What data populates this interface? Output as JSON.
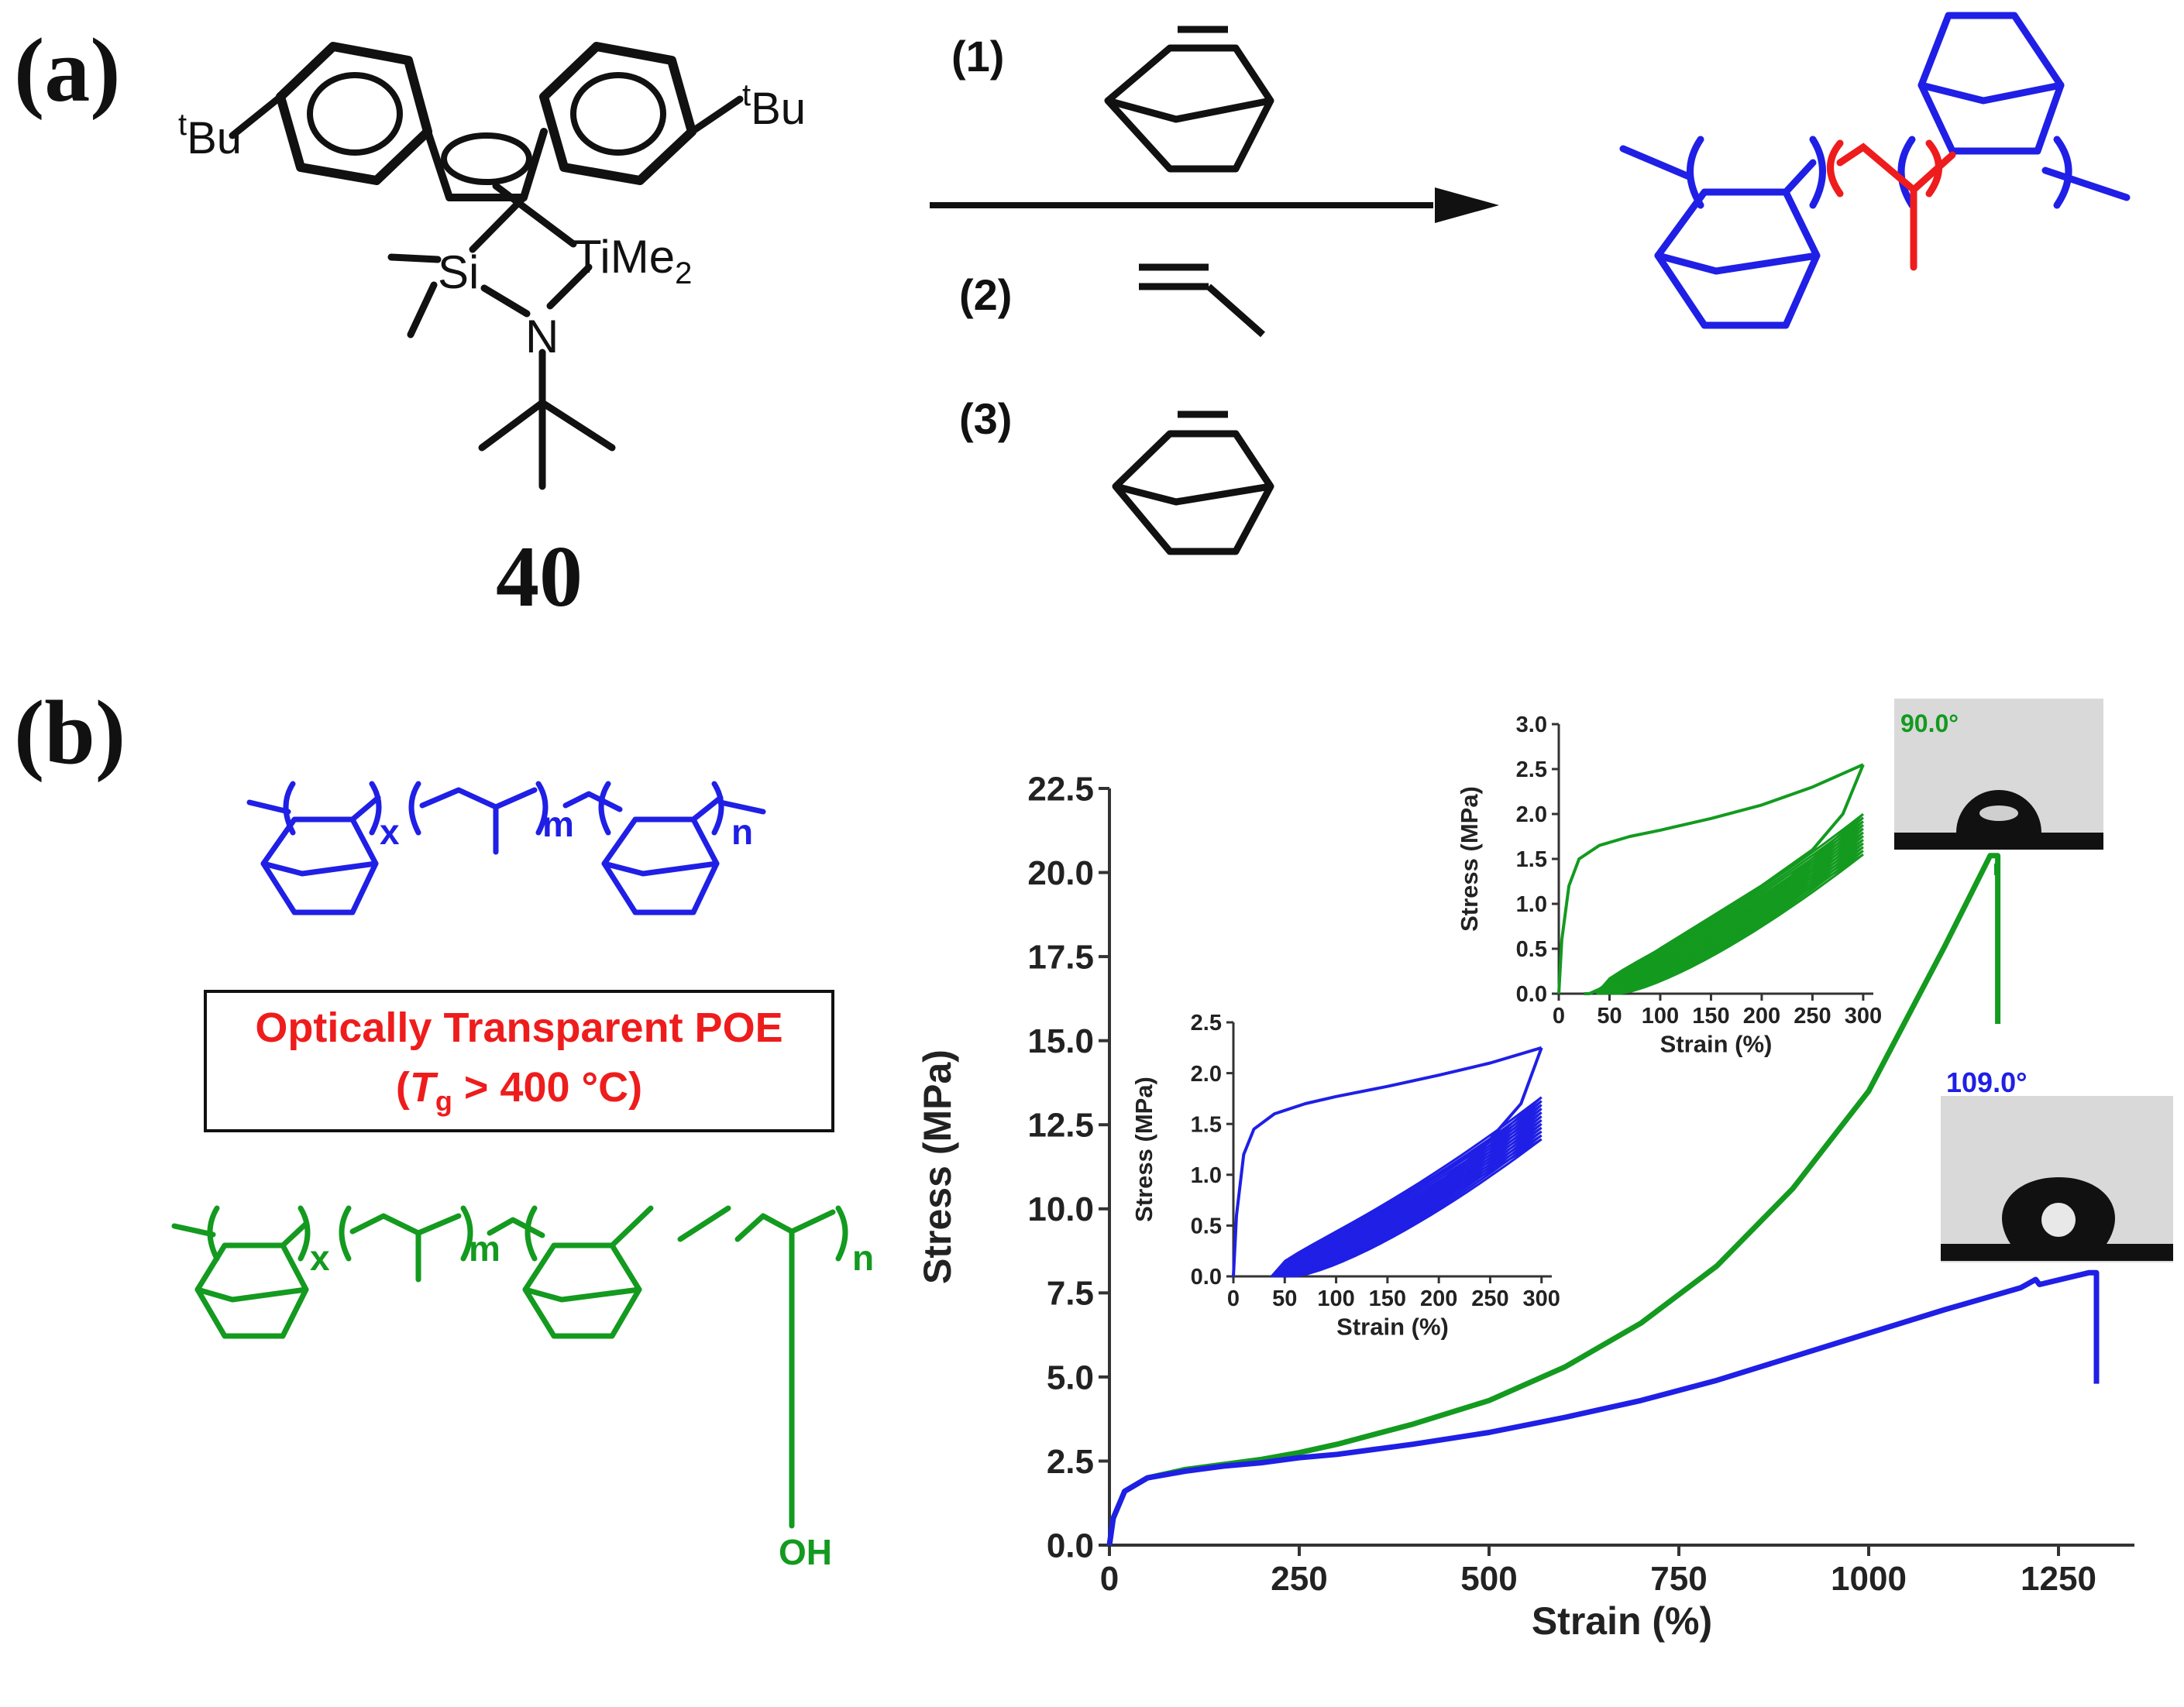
{
  "panel_a": {
    "label": "(a)",
    "catalyst": {
      "number": "40",
      "metal": "TiMe",
      "metal_sub": "2",
      "si": "Si",
      "n": "N",
      "tbu_prefix": "t",
      "tbu": "Bu"
    },
    "steps": [
      "(1)",
      "(2)",
      "(3)"
    ]
  },
  "panel_b": {
    "label": "(b)",
    "box_line1": "Optically Transparent POE",
    "box_line2_open": "(",
    "box_tg_t": "T",
    "box_tg_sub": "g",
    "box_line2_rest": " > 400 °C)",
    "sub_x": "x",
    "sub_m": "m",
    "sub_n": "n",
    "oh": "OH",
    "angle_green": "90.0°",
    "angle_blue": "109.0°"
  },
  "colors": {
    "blue": "#1f1fe6",
    "green": "#139a1f",
    "red": "#ee1c1c",
    "black": "#111111"
  },
  "chart_data": [
    {
      "type": "line",
      "xlabel": "Strain (%)",
      "ylabel": "Stress (MPa)",
      "xlim": [
        0,
        1350
      ],
      "ylim": [
        0,
        22.5
      ],
      "xticks": [
        0,
        250,
        500,
        750,
        1000,
        1250
      ],
      "yticks": [
        0.0,
        2.5,
        5.0,
        7.5,
        10.0,
        12.5,
        15.0,
        17.5,
        20.0,
        22.5
      ],
      "grid": false,
      "series": [
        {
          "color": "#139a1f",
          "x": [
            0,
            5,
            20,
            50,
            100,
            150,
            200,
            250,
            300,
            400,
            500,
            600,
            700,
            800,
            900,
            1000,
            1100,
            1160,
            1170,
            1170
          ],
          "y": [
            0,
            0.8,
            1.6,
            2.0,
            2.25,
            2.4,
            2.55,
            2.75,
            3.0,
            3.6,
            4.3,
            5.3,
            6.6,
            8.3,
            10.6,
            13.5,
            17.8,
            20.5,
            20.5,
            15.5
          ]
        },
        {
          "color": "#1f1fe6",
          "x": [
            0,
            5,
            20,
            50,
            100,
            150,
            200,
            250,
            300,
            400,
            500,
            600,
            700,
            800,
            900,
            1000,
            1100,
            1200,
            1220,
            1225,
            1290,
            1300,
            1300
          ],
          "y": [
            0,
            0.8,
            1.6,
            2.0,
            2.2,
            2.35,
            2.45,
            2.6,
            2.7,
            3.0,
            3.35,
            3.8,
            4.3,
            4.9,
            5.6,
            6.3,
            7.0,
            7.65,
            7.9,
            7.75,
            8.1,
            8.1,
            4.8
          ]
        }
      ]
    },
    {
      "type": "line",
      "xlabel": "Strain (%)",
      "ylabel": "Stress (MPa)",
      "xlim": [
        0,
        310
      ],
      "ylim": [
        0,
        3.0
      ],
      "xticks": [
        0,
        50,
        100,
        150,
        200,
        250,
        300
      ],
      "yticks": [
        0.0,
        0.5,
        1.0,
        1.5,
        2.0,
        2.5,
        3.0
      ],
      "series": [
        {
          "color": "#139a1f",
          "load_first": {
            "x": [
              0,
              3,
              10,
              20,
              40,
              70,
              100,
              150,
              200,
              250,
              300
            ],
            "y": [
              0,
              0.6,
              1.2,
              1.5,
              1.65,
              1.75,
              1.82,
              1.95,
              2.1,
              2.3,
              2.55
            ]
          },
          "unload_first": {
            "x": [
              300,
              280,
              250,
              200,
              150,
              100,
              60,
              40,
              30,
              25
            ],
            "y": [
              2.55,
              2.0,
              1.6,
              1.2,
              0.85,
              0.5,
              0.2,
              0.05,
              0.0,
              0.0
            ]
          },
          "cycles": 12,
          "final_peak": 1.55
        }
      ]
    },
    {
      "type": "line",
      "xlabel": "Strain (%)",
      "ylabel": "Stress (MPa)",
      "xlim": [
        0,
        310
      ],
      "ylim": [
        0,
        2.5
      ],
      "xticks": [
        0,
        50,
        100,
        150,
        200,
        250,
        300
      ],
      "yticks": [
        0.0,
        0.5,
        1.0,
        1.5,
        2.0,
        2.5
      ],
      "series": [
        {
          "color": "#1f1fe6",
          "load_first": {
            "x": [
              0,
              3,
              10,
              20,
              40,
              70,
              100,
              150,
              200,
              250,
              300
            ],
            "y": [
              0,
              0.6,
              1.2,
              1.45,
              1.6,
              1.7,
              1.77,
              1.87,
              1.98,
              2.1,
              2.25
            ]
          },
          "unload_first": {
            "x": [
              300,
              280,
              250,
              200,
              150,
              100,
              70,
              55,
              48
            ],
            "y": [
              2.25,
              1.7,
              1.35,
              1.0,
              0.7,
              0.4,
              0.15,
              0.02,
              0.0
            ]
          },
          "cycles": 12,
          "final_peak": 1.35
        }
      ]
    }
  ]
}
